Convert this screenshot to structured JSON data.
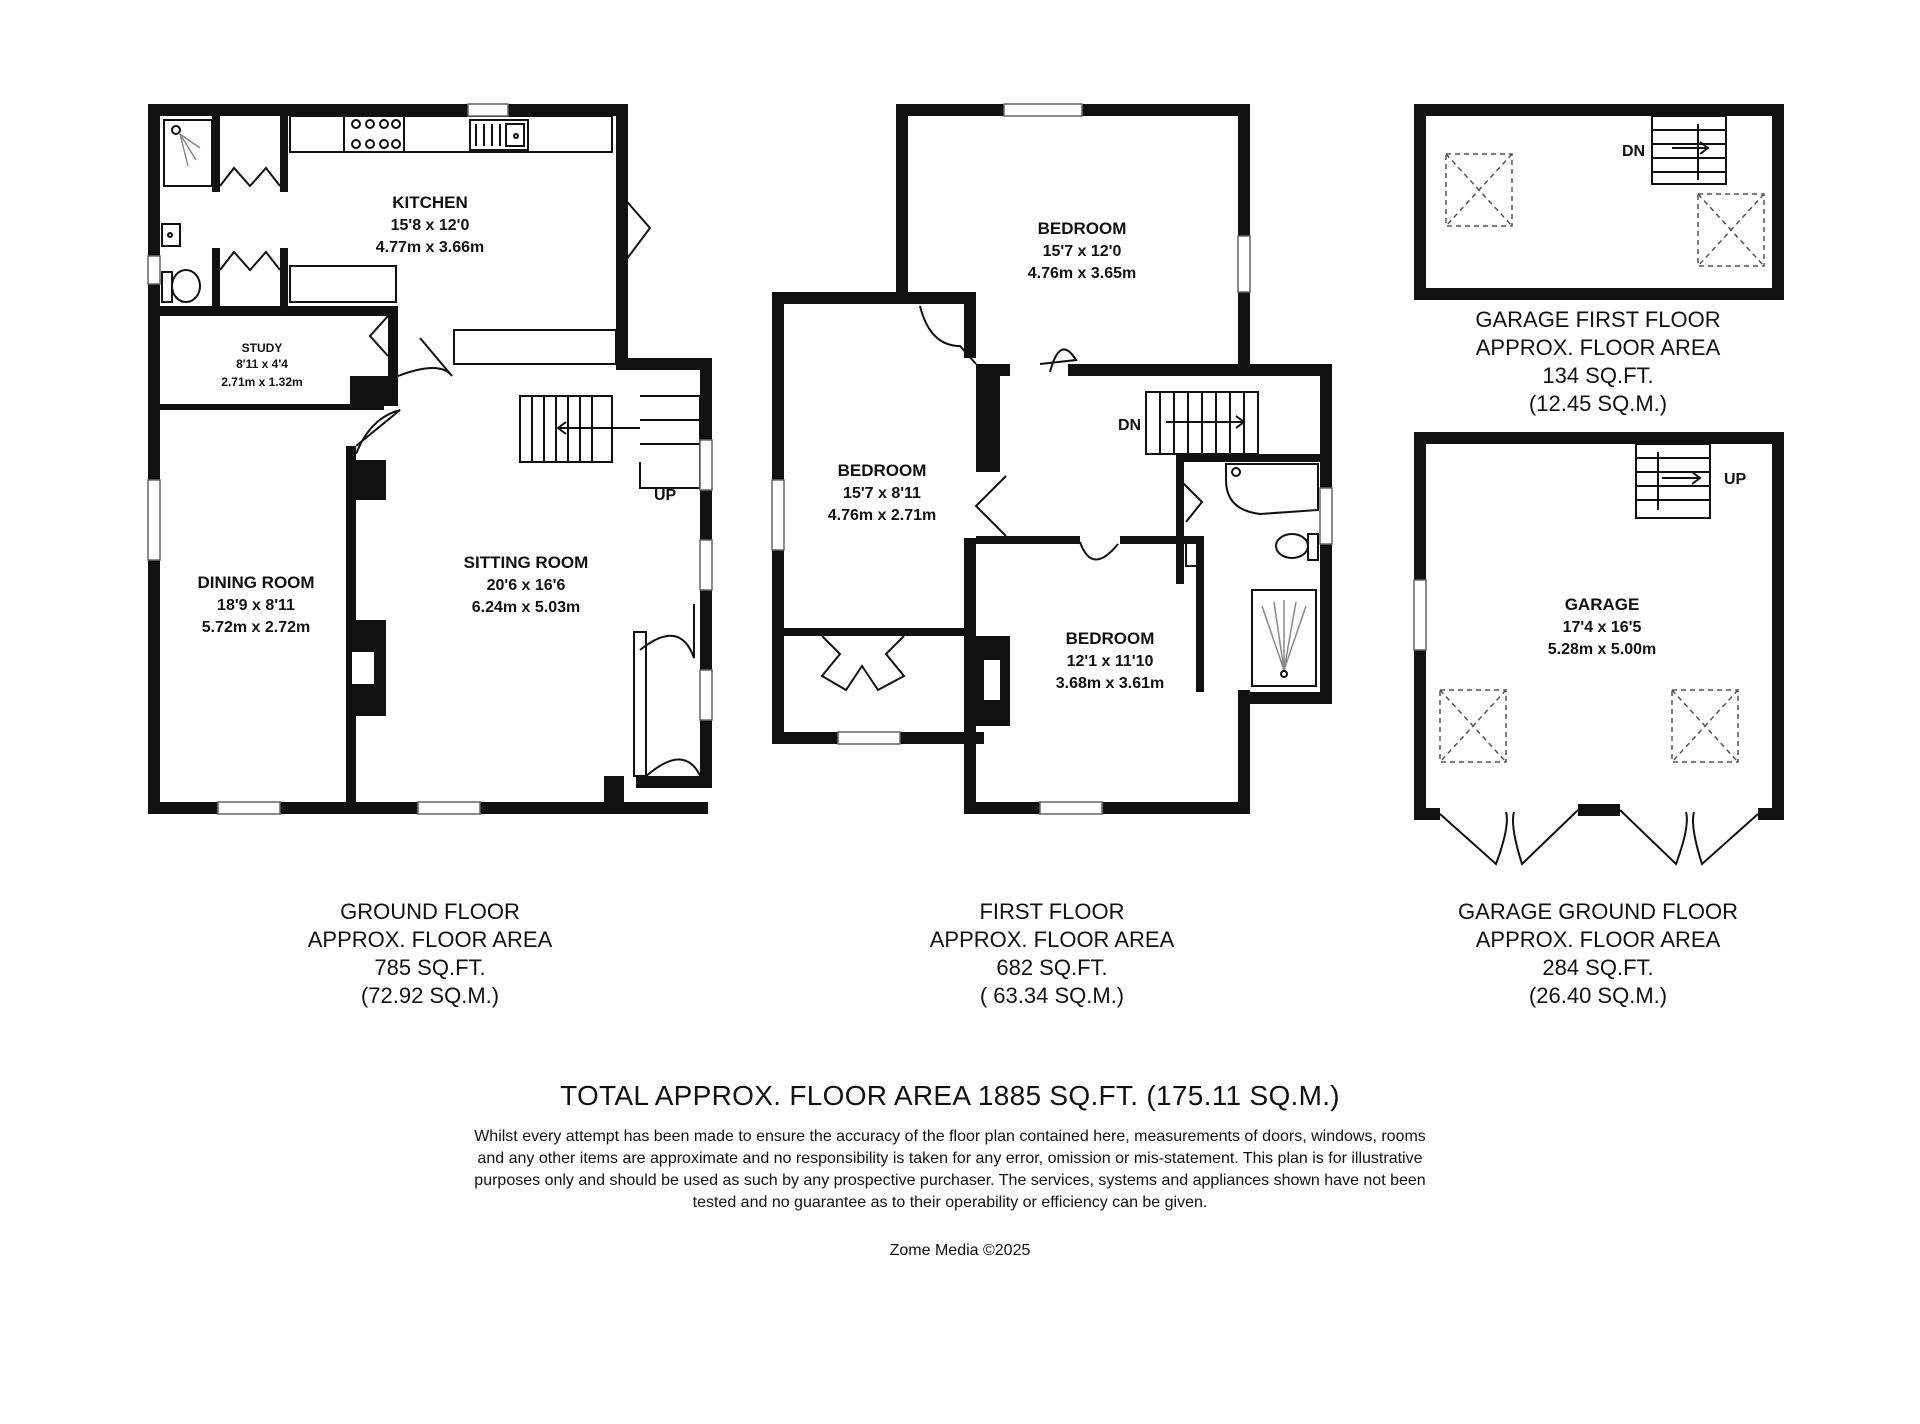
{
  "rooms": {
    "kitchen": {
      "name": "KITCHEN",
      "imperial": "15'8 x 12'0",
      "metric": "4.77m x 3.66m"
    },
    "study": {
      "name": "STUDY",
      "imperial": "8'11 x 4'4",
      "metric": "2.71m x 1.32m"
    },
    "dining": {
      "name": "DINING ROOM",
      "imperial": "18'9 x 8'11",
      "metric": "5.72m x 2.72m"
    },
    "sitting": {
      "name": "SITTING ROOM",
      "imperial": "20'6 x 16'6",
      "metric": "6.24m x 5.03m"
    },
    "bedroom_top": {
      "name": "BEDROOM",
      "imperial": "15'7 x 12'0",
      "metric": "4.76m x 3.65m"
    },
    "bedroom_left": {
      "name": "BEDROOM",
      "imperial": "15'7 x 8'11",
      "metric": "4.76m x 2.71m"
    },
    "bedroom_bottom": {
      "name": "BEDROOM",
      "imperial": "12'1 x 11'10",
      "metric": "3.68m x 3.61m"
    },
    "garage": {
      "name": "GARAGE",
      "imperial": "17'4 x 16'5",
      "metric": "5.28m x 5.00m"
    }
  },
  "stairs": {
    "ground_up": "UP",
    "first_dn": "DN",
    "garage_first_dn": "DN",
    "garage_ground_up": "UP"
  },
  "floors": {
    "ground": {
      "line1": "GROUND FLOOR",
      "line2": "APPROX. FLOOR AREA",
      "line3": "785 SQ.FT.",
      "line4": "(72.92 SQ.M.)"
    },
    "first": {
      "line1": "FIRST FLOOR",
      "line2": "APPROX. FLOOR AREA",
      "line3": "682 SQ.FT.",
      "line4": "( 63.34 SQ.M.)"
    },
    "garage_first": {
      "line1": "GARAGE FIRST FLOOR",
      "line2": "APPROX. FLOOR AREA",
      "line3": "134 SQ.FT.",
      "line4": "(12.45 SQ.M.)"
    },
    "garage_ground": {
      "line1": "GARAGE GROUND FLOOR",
      "line2": "APPROX. FLOOR AREA",
      "line3": "284 SQ.FT.",
      "line4": "(26.40 SQ.M.)"
    }
  },
  "total": "TOTAL APPROX. FLOOR AREA 1885 SQ.FT. (175.11 SQ.M.)",
  "disclaimer": "Whilst every attempt has been made to ensure the accuracy of the floor plan contained here, measurements of doors, windows, rooms and any other items are approximate and no responsibility is taken for any error, omission or mis-statement. This plan is for illustrative purposes only and should be used as such by any prospective purchaser. The services, systems and appliances shown have not been tested and no guarantee as to their operability or efficiency can be given.",
  "copyright": "Zome Media ©2025"
}
